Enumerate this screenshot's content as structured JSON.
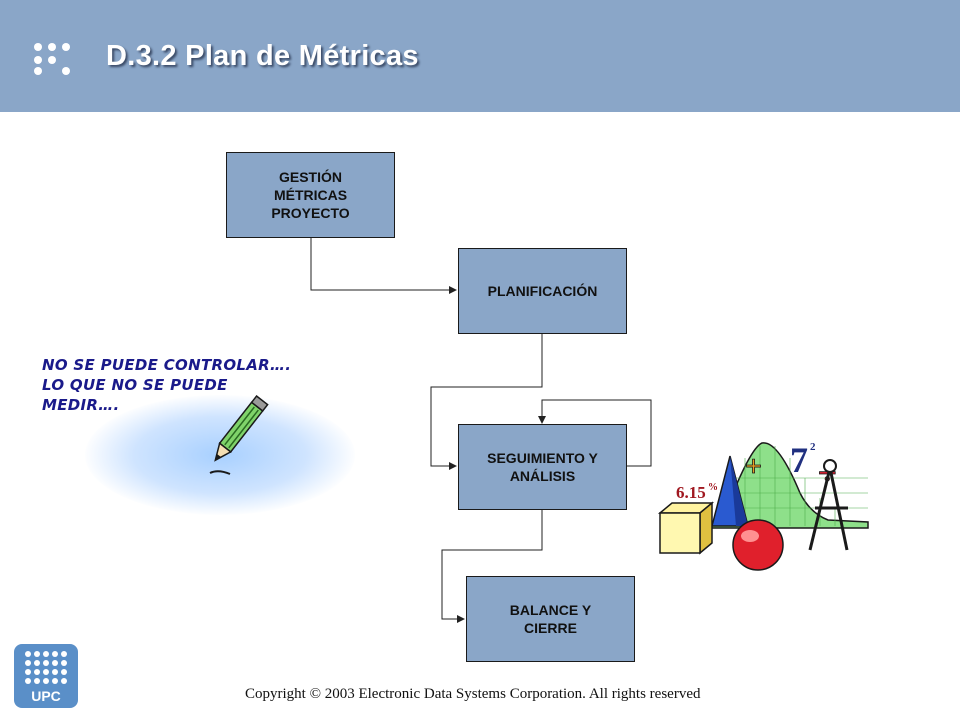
{
  "slide": {
    "title": "D.3.2 Plan de Métricas",
    "colors": {
      "header": "#8aa6c8",
      "box_fill": "#8aa6c8",
      "quote_text": "#1a1a8a"
    }
  },
  "flow": {
    "boxes": [
      {
        "label": "GESTIÓN\nMÉTRICAS\nPROYECTO"
      },
      {
        "label": "PLANIFICACIÓN"
      },
      {
        "label": "SEGUIMIENTO Y\nANÁLISIS"
      },
      {
        "label": "BALANCE Y\nCIERRE"
      }
    ]
  },
  "quote": {
    "text": "NO SE PUEDE CONTROLAR….\nLO QUE NO SE PUEDE\nMEDIR…."
  },
  "clipart": {
    "pencil_icon": "pencil-icon",
    "math_icon": "math-shapes-icon",
    "math_labels": {
      "seven": "7",
      "exponent": "2",
      "decimal": "6.15"
    }
  },
  "logo": {
    "text": "UPC"
  },
  "footer": {
    "copyright": "Copyright © 2003 Electronic Data Systems Corporation. All rights reserved"
  }
}
